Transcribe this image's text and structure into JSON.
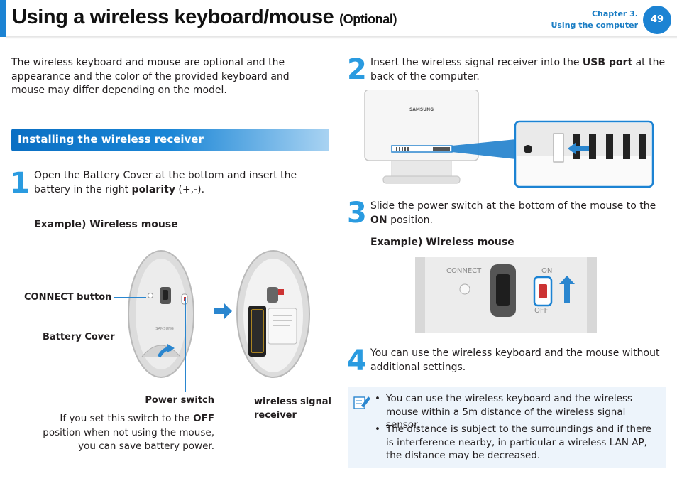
{
  "header": {
    "title": "Using a wireless keyboard/mouse",
    "title_suffix": "(Optional)",
    "chapter": "Chapter 3.",
    "chapter_title": "Using the computer",
    "page_number": "49"
  },
  "intro": "The wireless keyboard and mouse are optional and the appearance and the color of the provided keyboard and mouse may differ depending on the model.",
  "section_title": "Installing the wireless receiver",
  "step1": {
    "num": "1",
    "text_a": "Open the Battery Cover at the bottom and insert the battery in the right ",
    "text_bold": "polarity",
    "text_b": " (+,-).",
    "example": "Example) Wireless mouse",
    "connect_button": "CONNECT button",
    "battery_cover": "Battery Cover",
    "power_switch": "Power switch",
    "power_note_a": "If you set this switch to the ",
    "power_note_bold": "OFF",
    "power_note_b": " position when not using the mouse, you can save battery power.",
    "wireless_receiver_a": "wireless signal",
    "wireless_receiver_b": "receiver",
    "brand": "SAMSUNG"
  },
  "step2": {
    "num": "2",
    "text_a": "Insert the wireless signal receiver into the ",
    "text_bold": "USB port",
    "text_b": " at the back of the computer.",
    "brand": "SAMSUNG"
  },
  "step3": {
    "num": "3",
    "text_a": "Slide the power switch at the bottom of the mouse to the ",
    "text_bold": "ON",
    "text_b": " position.",
    "example": "Example) Wireless mouse",
    "connect_label": "CONNECT",
    "on_label": "ON",
    "off_label": "OFF"
  },
  "step4": {
    "num": "4",
    "text": "You can use the wireless keyboard and the mouse without additional settings."
  },
  "notes": [
    "You can use the wireless keyboard and the wireless mouse within a 5m distance of the wireless signal sensor.",
    "The distance is subject to the surroundings and if there is interference nearby, in particular a wireless LAN AP, the distance may be decreased."
  ],
  "colors": {
    "accent": "#1c83d3",
    "step": "#2a9be0"
  }
}
